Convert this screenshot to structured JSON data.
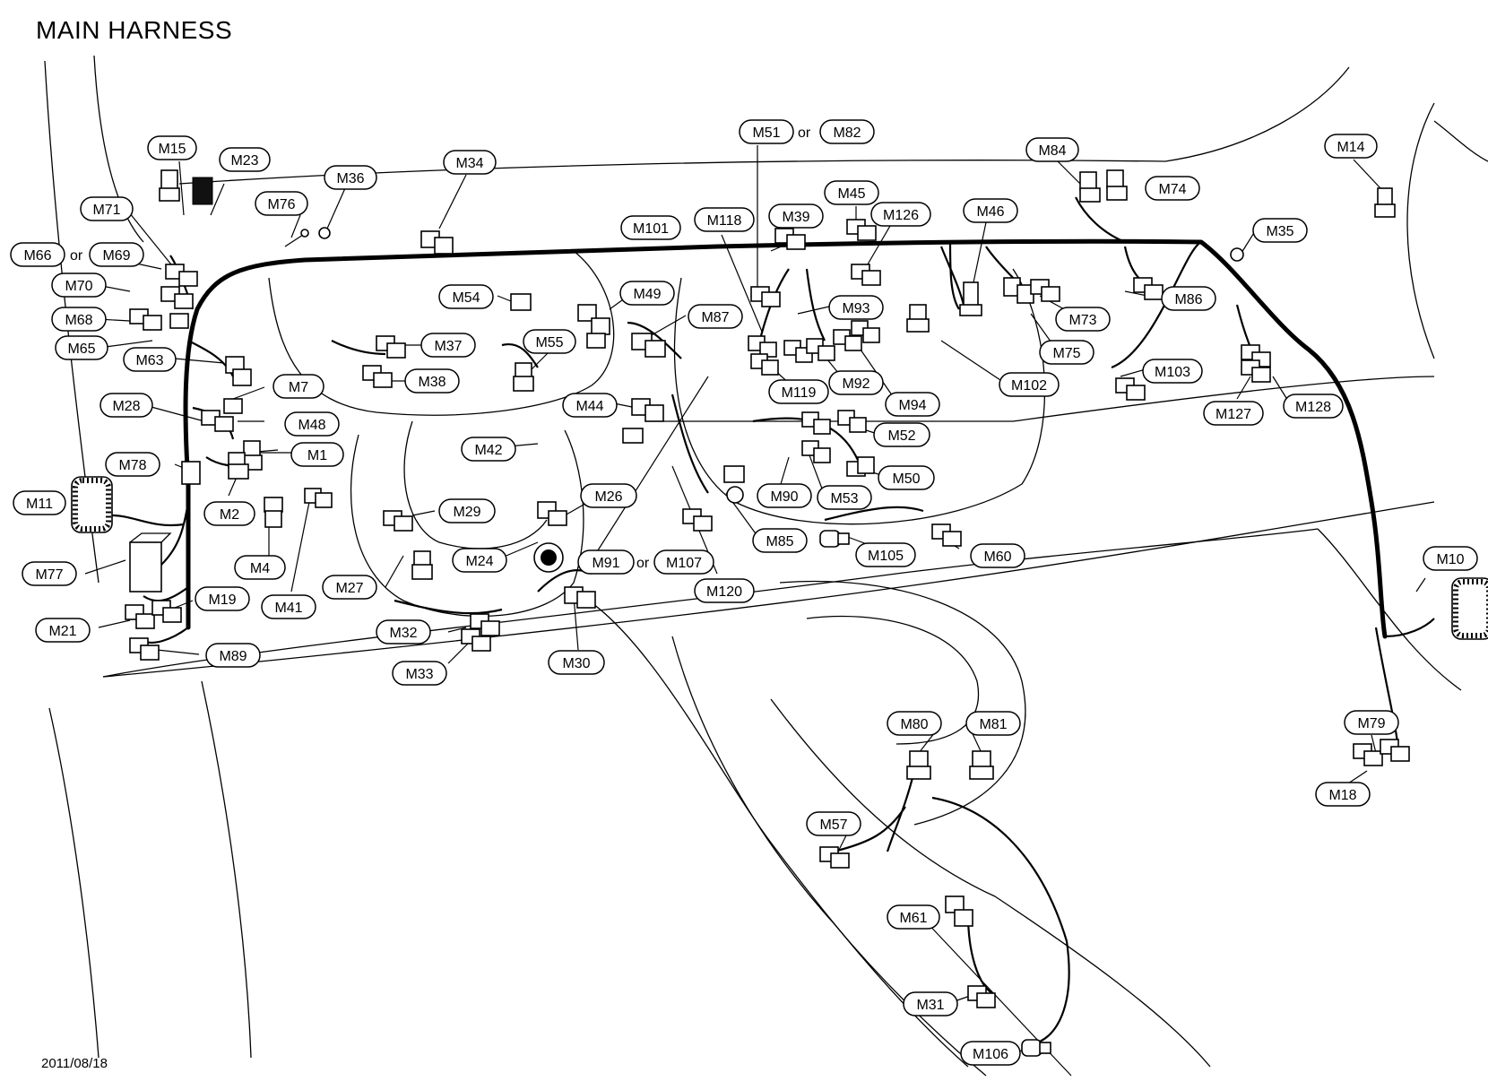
{
  "title": "MAIN HARNESS",
  "date": "2011/08/18",
  "or_text": "or",
  "labels": {
    "M1": "M1",
    "M2": "M2",
    "M4": "M4",
    "M7": "M7",
    "M10": "M10",
    "M11": "M11",
    "M14": "M14",
    "M15": "M15",
    "M18": "M18",
    "M19": "M19",
    "M21": "M21",
    "M23": "M23",
    "M24": "M24",
    "M26": "M26",
    "M27": "M27",
    "M28": "M28",
    "M29": "M29",
    "M30": "M30",
    "M31": "M31",
    "M32": "M32",
    "M33": "M33",
    "M34": "M34",
    "M35": "M35",
    "M36": "M36",
    "M37": "M37",
    "M38": "M38",
    "M39": "M39",
    "M41": "M41",
    "M42": "M42",
    "M44": "M44",
    "M45": "M45",
    "M46": "M46",
    "M48": "M48",
    "M49": "M49",
    "M50": "M50",
    "M51": "M51",
    "M52": "M52",
    "M53": "M53",
    "M54": "M54",
    "M55": "M55",
    "M57": "M57",
    "M60": "M60",
    "M61": "M61",
    "M63": "M63",
    "M65": "M65",
    "M66": "M66",
    "M68": "M68",
    "M69": "M69",
    "M70": "M70",
    "M71": "M71",
    "M73": "M73",
    "M74": "M74",
    "M75": "M75",
    "M76": "M76",
    "M77": "M77",
    "M78": "M78",
    "M79": "M79",
    "M80": "M80",
    "M81": "M81",
    "M82": "M82",
    "M84": "M84",
    "M85": "M85",
    "M86": "M86",
    "M87": "M87",
    "M89": "M89",
    "M90": "M90",
    "M91": "M91",
    "M92": "M92",
    "M93": "M93",
    "M94": "M94",
    "M101": "M101",
    "M102": "M102",
    "M103": "M103",
    "M105": "M105",
    "M106": "M106",
    "M107": "M107",
    "M118": "M118",
    "M119": "M119",
    "M120": "M120",
    "M126": "M126",
    "M127": "M127",
    "M128": "M128"
  }
}
